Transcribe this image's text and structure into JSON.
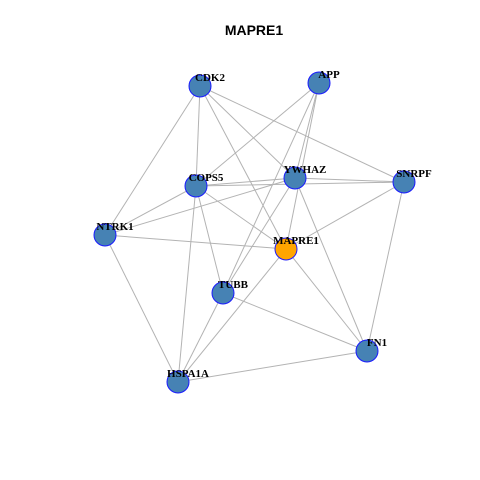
{
  "title": "MAPRE1",
  "colors": {
    "node": "#4682B4",
    "node_stroke": "#2222cc",
    "highlight": "#FFA500",
    "edge": "#b3b3b3"
  },
  "nodes": [
    {
      "id": "CDK2",
      "label": "CDK2"
    },
    {
      "id": "APP",
      "label": "APP"
    },
    {
      "id": "YWHAZ",
      "label": "YWHAZ"
    },
    {
      "id": "SNRPF",
      "label": "SNRPF"
    },
    {
      "id": "COPS5",
      "label": "COPS5"
    },
    {
      "id": "NTRK1",
      "label": "NTRK1"
    },
    {
      "id": "MAPRE1",
      "label": "MAPRE1",
      "highlight": true
    },
    {
      "id": "TUBB",
      "label": "TUBB"
    },
    {
      "id": "FN1",
      "label": "FN1"
    },
    {
      "id": "HSPA1A",
      "label": "HSPA1A"
    }
  ],
  "edges": [
    [
      "CDK2",
      "COPS5"
    ],
    [
      "CDK2",
      "YWHAZ"
    ],
    [
      "CDK2",
      "MAPRE1"
    ],
    [
      "CDK2",
      "SNRPF"
    ],
    [
      "CDK2",
      "NTRK1"
    ],
    [
      "APP",
      "COPS5"
    ],
    [
      "APP",
      "YWHAZ"
    ],
    [
      "APP",
      "MAPRE1"
    ],
    [
      "APP",
      "TUBB"
    ],
    [
      "YWHAZ",
      "COPS5"
    ],
    [
      "YWHAZ",
      "SNRPF"
    ],
    [
      "YWHAZ",
      "NTRK1"
    ],
    [
      "YWHAZ",
      "TUBB"
    ],
    [
      "YWHAZ",
      "FN1"
    ],
    [
      "COPS5",
      "SNRPF"
    ],
    [
      "COPS5",
      "NTRK1"
    ],
    [
      "COPS5",
      "MAPRE1"
    ],
    [
      "COPS5",
      "TUBB"
    ],
    [
      "COPS5",
      "HSPA1A"
    ],
    [
      "SNRPF",
      "MAPRE1"
    ],
    [
      "SNRPF",
      "FN1"
    ],
    [
      "NTRK1",
      "MAPRE1"
    ],
    [
      "NTRK1",
      "HSPA1A"
    ],
    [
      "MAPRE1",
      "FN1"
    ],
    [
      "MAPRE1",
      "HSPA1A"
    ],
    [
      "TUBB",
      "FN1"
    ],
    [
      "TUBB",
      "HSPA1A"
    ],
    [
      "FN1",
      "HSPA1A"
    ]
  ]
}
